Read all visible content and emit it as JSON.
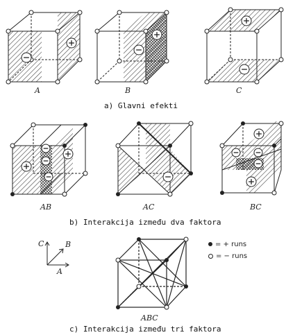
{
  "sections": {
    "a": {
      "caption": "a) Glavni efekti",
      "labels": [
        "A",
        "B",
        "C"
      ]
    },
    "b": {
      "caption": "b) Interakcija između dva faktora",
      "labels": [
        "AB",
        "AC",
        "BC"
      ]
    },
    "c": {
      "caption": "c) Interakcija između tri faktora",
      "labels": [
        "ABC"
      ]
    }
  },
  "axes": {
    "x": "A",
    "y": "C",
    "z": "B"
  },
  "legend": {
    "plus": "= + runs",
    "minus": "= − runs"
  },
  "signs": {
    "plus": "+",
    "minus": "−"
  },
  "colors": {
    "line": "#222222",
    "hatch": "#444444",
    "background": "#ffffff"
  }
}
